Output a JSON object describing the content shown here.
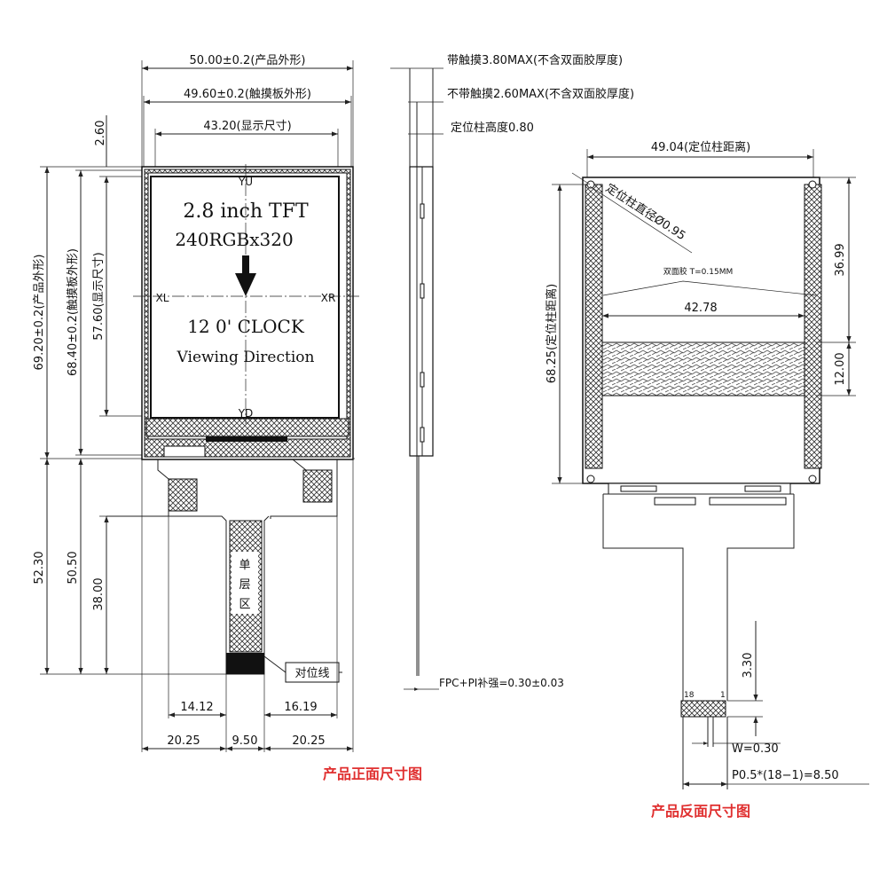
{
  "front": {
    "title": "产品正面尺寸图",
    "screen_line1": "2.8 inch TFT",
    "screen_line2": "240RGBx320",
    "screen_line3": "12 0' CLOCK",
    "screen_line4": "Viewing Direction",
    "label_yu": "YU",
    "label_yd": "YD",
    "label_xl": "XL",
    "label_xr": "XR",
    "single_layer": [
      "单",
      "层",
      "区"
    ],
    "align_line": "对位线",
    "dims": {
      "outline_w": "50.00±0.2(产品外形)",
      "touch_w": "49.60±0.2(触摸板外形)",
      "display_w": "43.20(显示尺寸)",
      "top_gap": "2.60",
      "outline_h": "69.20±0.2(产品外形)",
      "touch_h": "68.40±0.2(触摸板外形)",
      "display_h": "57.60(显示尺寸)",
      "fpc_52": "52.30",
      "fpc_50": "50.50",
      "fpc_38": "38.00",
      "fpc_1412": "14.12",
      "fpc_1619": "16.19",
      "fpc_2025a": "20.25",
      "fpc_950": "9.50",
      "fpc_2025b": "20.25"
    }
  },
  "side": {
    "with_touch": "带触摸3.80MAX(不含双面胶厚度)",
    "without_touch": "不带触摸2.60MAX(不含双面胶厚度)",
    "post_height": "定位柱高度0.80",
    "fpc_thickness": "FPC+PI补强=0.30±0.03"
  },
  "back": {
    "title": "产品反面尺寸图",
    "post_distance_w": "49.04(定位柱距离)",
    "post_diameter": "定位柱直径Ø0.95",
    "tape": "双面胶 T=0.15MM",
    "dim_3699": "36.99",
    "dim_4278": "42.78",
    "dim_1200": "12.00",
    "post_distance_h": "68.25(定位柱距离)",
    "dim_330": "3.30",
    "pin_18": "18",
    "pin_1": "1",
    "w": "W=0.30",
    "pitch": "P0.5*(18−1)=8.50"
  },
  "colors": {
    "caption": "#e03030",
    "line": "#222222"
  }
}
